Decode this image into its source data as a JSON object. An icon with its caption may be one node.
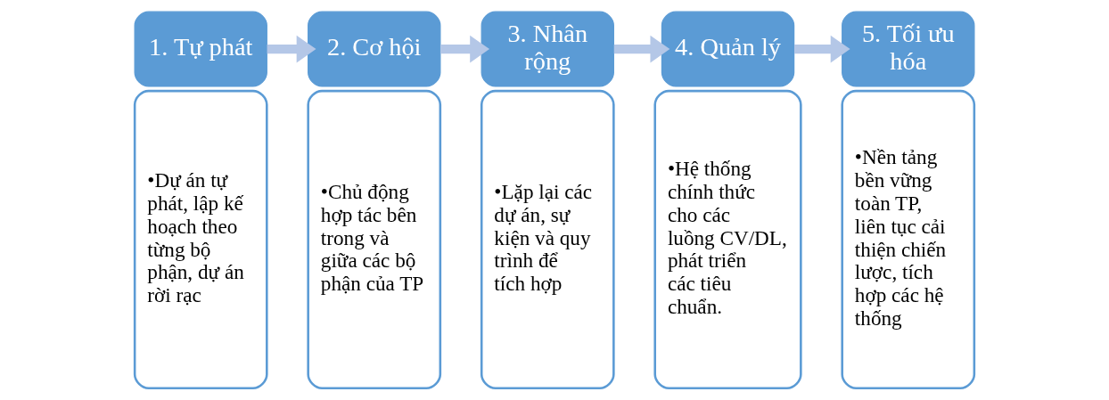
{
  "diagram": {
    "nodes": [
      {
        "text": [
          "1. Tự phát"
        ]
      },
      {
        "text": [
          "•Dự án tự phát, lập kế hoạch theo từng bộ phận, dự án rời rạc"
        ]
      },
      {
        "text": [
          "2. Cơ hội"
        ]
      },
      {
        "text": [
          "•Chủ động hợp tác bên trong và giữa các bộ phận của TP"
        ]
      },
      {
        "text": [
          "3. Nhân rộng"
        ]
      },
      {
        "text": [
          "•Lặp lại các dự án, sự kiện và quy trình để tích hợp"
        ]
      },
      {
        "text": [
          "4. Quản lý"
        ]
      },
      {
        "text": [
          "•Hệ thống chính thức cho các luồng CV/DL, phát triển các tiêu chuẩn."
        ]
      },
      {
        "text": [
          "5. Tối ưu hóa"
        ]
      },
      {
        "text": [
          "•Nền tảng bền vững toàn TP, liên tục cải thiện chiến lược, tích hợp các hệ thống"
        ]
      }
    ],
    "edges": [
      {
        "from": 0,
        "to": 2,
        "arrow": "to"
      },
      {
        "from": 2,
        "to": 4,
        "arrow": "to"
      },
      {
        "from": 4,
        "to": 6,
        "arrow": "to"
      },
      {
        "from": 6,
        "to": 8,
        "arrow": "to"
      }
    ]
  }
}
